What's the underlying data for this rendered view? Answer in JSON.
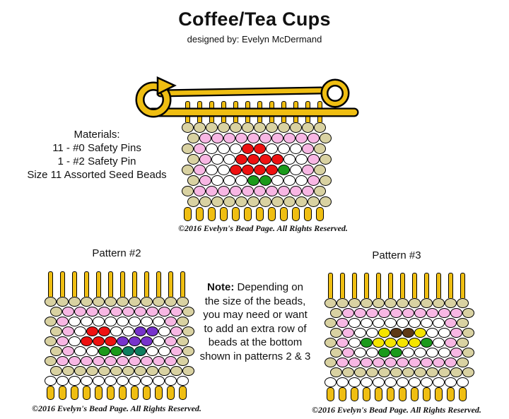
{
  "header": {
    "title": "Coffee/Tea Cups",
    "designed_by": "designed by:  Evelyn McDermand"
  },
  "materials": {
    "heading": "Materials:",
    "items": [
      "11 - #0 Safety Pins",
      "1 -  #2 Safety Pin",
      "Size 11 Assorted Seed Beads"
    ]
  },
  "note": {
    "label": "Note:",
    "text": " Depending on the size of the beads, you may need or want to add an extra row of beads at the bottom shown in patterns 2 & 3"
  },
  "copyright": "©2016 Evelyn's Bead Page. All Rights Reserved.",
  "colors": {
    "gold": "#EFBE12",
    "K": "#D9D2A2",
    "P": "#F8B7E4",
    "W": "#FFFFFF",
    "R": "#EE1111",
    "G": "#1B9A1B",
    "U": "#7733CC",
    "T": "#0E7E5E",
    "Y": "#F5E500",
    "B": "#5E3A16"
  },
  "color_names": {
    "K": "khaki",
    "P": "pink",
    "W": "white",
    "R": "red",
    "G": "green",
    "U": "purple",
    "T": "teal",
    "Y": "yellow",
    "B": "brown"
  },
  "patterns": {
    "main": {
      "grid": [
        "KKKKKKKKKKKK",
        "KPPPPPPPPPPK",
        "KPWWWRRWWWPK",
        "KPWWRRRRWWPK",
        "KPWWRRRRGWPK",
        "KPWWWGGWWWPK",
        "KPPPPPPPPPPK",
        "KKKKKKKKKKKK"
      ]
    },
    "p2": {
      "label": "Pattern #2",
      "grid": [
        "KKKKKKKKKKKK",
        "KPPPPPPPPPPK",
        "KPWWWWWWWWPK",
        "KPWRRWWUUWPK",
        "KPWRRRUUUWPK",
        "KPWWGGTTWWPK",
        "KPPPPPPPPPPK",
        "KKKKKKKKKKKK",
        "WWWWWWWWWWWW"
      ]
    },
    "p3": {
      "label": "Pattern #3",
      "grid": [
        "KKKKKKKKKKKK",
        "KPPPPPPPPPPK",
        "KPWWWWWWWWPK",
        "KPWWYBBYWWPK",
        "KPWGYYYYGWPK",
        "KPWWGGWWWWPK",
        "KPPPPPPPPPPK",
        "KKKKKKKKKKKK",
        "WWWWWWWWWWWW"
      ]
    }
  }
}
